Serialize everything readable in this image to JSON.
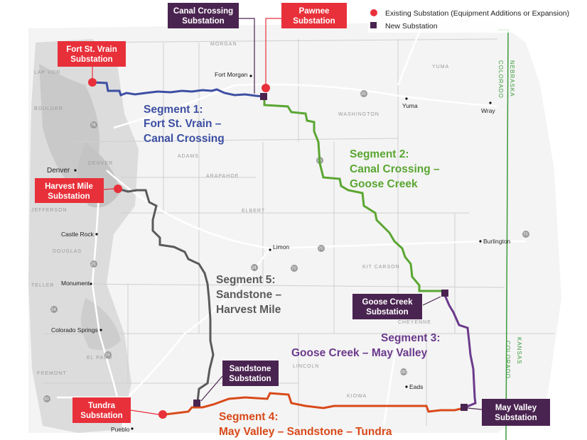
{
  "legend": {
    "existing": "Existing Substation (Equipment Additions or Expansion)",
    "new": "New Substation"
  },
  "colors": {
    "existing_substation": "#e8303a",
    "new_substation": "#4a2450",
    "segment1": "#3d4fa3",
    "segment2": "#5aa632",
    "segment3": "#6b3a8c",
    "segment4": "#d94a1a",
    "segment5": "#5a5a5a",
    "state_line": "#3c9a3c"
  },
  "substations": {
    "canal_crossing": [
      "Canal Crossing",
      "Substation"
    ],
    "pawnee": [
      "Pawnee",
      "Substation"
    ],
    "fort_st_vrain": [
      "Fort St. Vrain",
      "Substation"
    ],
    "harvest_mile": [
      "Harvest Mile",
      "Substation"
    ],
    "goose_creek": [
      "Goose Creek",
      "Substation"
    ],
    "sandstone": [
      "Sandstone",
      "Substation"
    ],
    "tundra": [
      "Tundra",
      "Substation"
    ],
    "may_valley": [
      "May Valley",
      "Substation"
    ]
  },
  "segments": {
    "s1": [
      "Segment 1:",
      "Fort St. Vrain –",
      "Canal Crossing"
    ],
    "s2": [
      "Segment 2:",
      "Canal Crossing –",
      "Goose Creek"
    ],
    "s3": [
      "Segment 3:",
      "Goose Creek – May Valley"
    ],
    "s4": [
      "Segment 4:",
      "May Valley – Sandstone – Tundra"
    ],
    "s5": [
      "Segment 5:",
      "Sandstone –",
      "Harvest Mile"
    ]
  },
  "towns": [
    "Fort Morgan",
    "Yuma",
    "Wray",
    "Denver",
    "Castle Rock",
    "Limon",
    "Burlington",
    "Monument",
    "Colorado Springs",
    "Eads",
    "Pueblo"
  ],
  "counties": [
    "MORGAN",
    "YUMA",
    "LARIMER",
    "BOULDER",
    "WASHINGTON",
    "ADAMS",
    "ARAPAHOE",
    "JEFFERSON",
    "ELBERT",
    "DOUGLAS",
    "KIT CARSON",
    "CHEYENNE",
    "TELLER",
    "EL PASO",
    "LINCOLN",
    "KIOWA",
    "FREMONT",
    "PHILLIPS",
    "DENVER"
  ],
  "states": [
    "NEBRASKA",
    "COLORADO",
    "KANSAS"
  ],
  "highways": [
    "76",
    "76",
    "25",
    "25",
    "25",
    "24",
    "24",
    "70",
    "70",
    "70",
    "287",
    "50"
  ]
}
